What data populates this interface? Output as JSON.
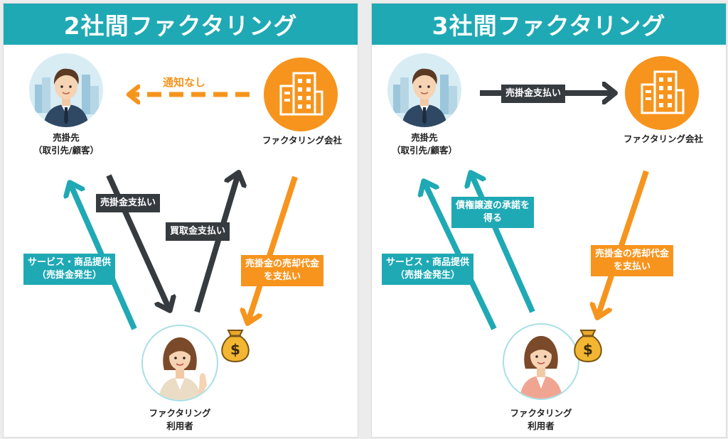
{
  "colors": {
    "teal": "#1fa9b4",
    "dark": "#363b40",
    "orange": "#f7941d",
    "white": "#ffffff"
  },
  "left": {
    "title": "2社間ファクタリング",
    "customer_line1": "売掛先",
    "customer_line2": "（取引先/顧客）",
    "company_label": "ファクタリング会社",
    "user_line1": "ファクタリング",
    "user_line2": "利用者",
    "notice": "通知なし",
    "pay_receivable": "売掛金支払い",
    "pay_repurchase": "買取金支払い",
    "service_line1": "サービス・商品提供",
    "service_line2": "（売掛金発生）",
    "sale_line1": "売掛金の売却代金",
    "sale_line2": "を支払い"
  },
  "right": {
    "title": "3社間ファクタリング",
    "customer_line1": "売掛先",
    "customer_line2": "（取引先/顧客）",
    "company_label": "ファクタリング会社",
    "user_line1": "ファクタリング",
    "user_line2": "利用者",
    "pay_receivable": "売掛金支払い",
    "consent_line1": "債権譲渡の承諾を",
    "consent_line2": "得る",
    "service_line1": "サービス・商品提供",
    "service_line2": "（売掛金発生）",
    "sale_line1": "売掛金の売却代金",
    "sale_line2": "を支払い"
  },
  "icons": {
    "customer": "businessman-icon",
    "company": "office-building-icon",
    "user": "businesswoman-icon",
    "money": "money-bag-icon"
  }
}
